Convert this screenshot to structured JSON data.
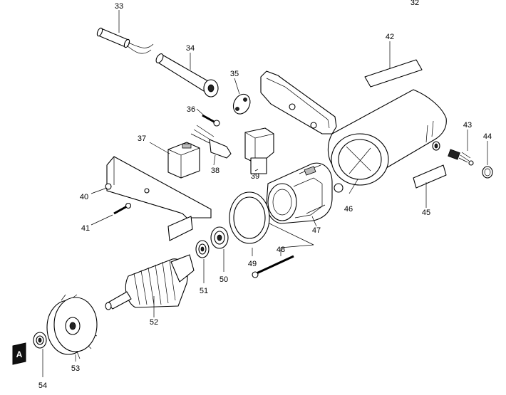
{
  "diagram": {
    "callouts": [
      "32",
      "33",
      "34",
      "35",
      "36",
      "37",
      "38",
      "39",
      "40",
      "41",
      "42",
      "43",
      "44",
      "45",
      "46",
      "47",
      "48",
      "49",
      "50",
      "51",
      "52",
      "53",
      "54"
    ],
    "reference_badge": "A"
  }
}
